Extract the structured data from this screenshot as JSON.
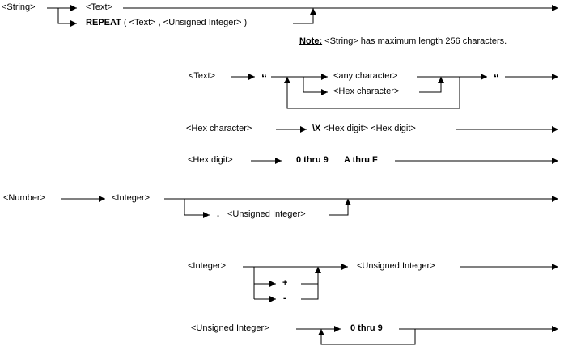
{
  "string_rule": {
    "lhs": "<String>",
    "text_branch": "<Text>",
    "repeat_keyword": "REPEAT",
    "repeat_args": " ( <Text> , <Unsigned Integer> )"
  },
  "note": {
    "label": "Note:",
    "text": " <String> has maximum length 256 characters."
  },
  "text_rule": {
    "lhs": "<Text>",
    "open_quote": "“",
    "any_char": "<any character>",
    "hex_char": "<Hex character>",
    "close_quote": "“"
  },
  "hex_char_rule": {
    "lhs": "<Hex character>",
    "escape": "\\X",
    "digits": " <Hex digit> <Hex digit>"
  },
  "hex_digit_rule": {
    "lhs": "<Hex digit>",
    "range1": "0 thru 9",
    "range2": "A thru F"
  },
  "number_rule": {
    "lhs": "<Number>",
    "integer": "<Integer>",
    "dot": ".",
    "fraction": "<Unsigned Integer>"
  },
  "integer_rule": {
    "lhs": "<Integer>",
    "unsigned": "<Unsigned Integer>",
    "plus": "+",
    "minus": "-"
  },
  "unsigned_rule": {
    "lhs": "<Unsigned Integer>",
    "range": "0 thru 9"
  }
}
